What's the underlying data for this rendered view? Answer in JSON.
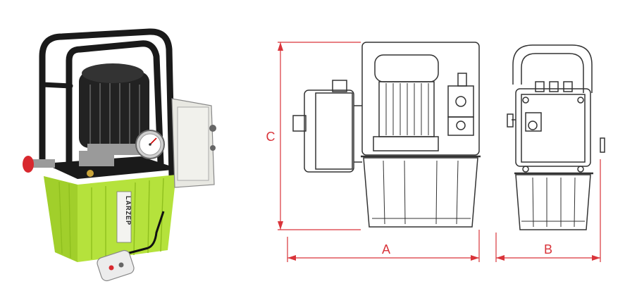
{
  "product": {
    "brand_text": "LARZEP",
    "colors": {
      "tank_green": "#b5e23c",
      "tank_green_dark": "#8fbf1e",
      "frame_black": "#1a1a1a",
      "motor_black": "#222222",
      "metal_gray": "#9a9a9a",
      "housing_white": "#e8e8e2",
      "valve_red": "#d8282e"
    }
  },
  "drawing": {
    "line_color": "#333333",
    "dimension_color": "#d9343a",
    "dimensions": {
      "a_label": "A",
      "b_label": "B",
      "c_label": "C"
    }
  }
}
